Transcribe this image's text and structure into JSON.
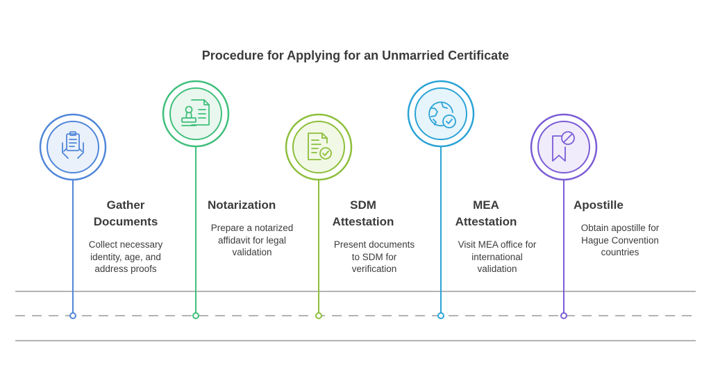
{
  "title": "Procedure for Applying for an Unmarried Certificate",
  "steps": [
    {
      "title_lines": [
        "Gather",
        "Documents"
      ],
      "desc_lines": [
        "Collect necessary",
        "identity, age, and",
        "address proofs"
      ],
      "color": "#4f86d9",
      "icon": "clipboard-hands-icon"
    },
    {
      "title_lines": [
        "Notarization"
      ],
      "desc_lines": [
        "Prepare a notarized",
        "affidavit for legal",
        "validation"
      ],
      "color": "#3fbf7a",
      "icon": "stamp-document-icon"
    },
    {
      "title_lines": [
        "SDM",
        "Attestation"
      ],
      "desc_lines": [
        "Present documents",
        "to SDM for",
        "verification"
      ],
      "color": "#8cbf3a",
      "icon": "document-check-icon"
    },
    {
      "title_lines": [
        "MEA",
        "Attestation"
      ],
      "desc_lines": [
        "Visit MEA office for",
        "international",
        "validation"
      ],
      "color": "#2aa3d6",
      "icon": "globe-check-icon"
    },
    {
      "title_lines": [
        "Apostille"
      ],
      "desc_lines": [
        "Obtain apostille for",
        "Hague Convention",
        "countries"
      ],
      "color": "#7b5cd6",
      "icon": "bookmark-seal-icon"
    }
  ]
}
